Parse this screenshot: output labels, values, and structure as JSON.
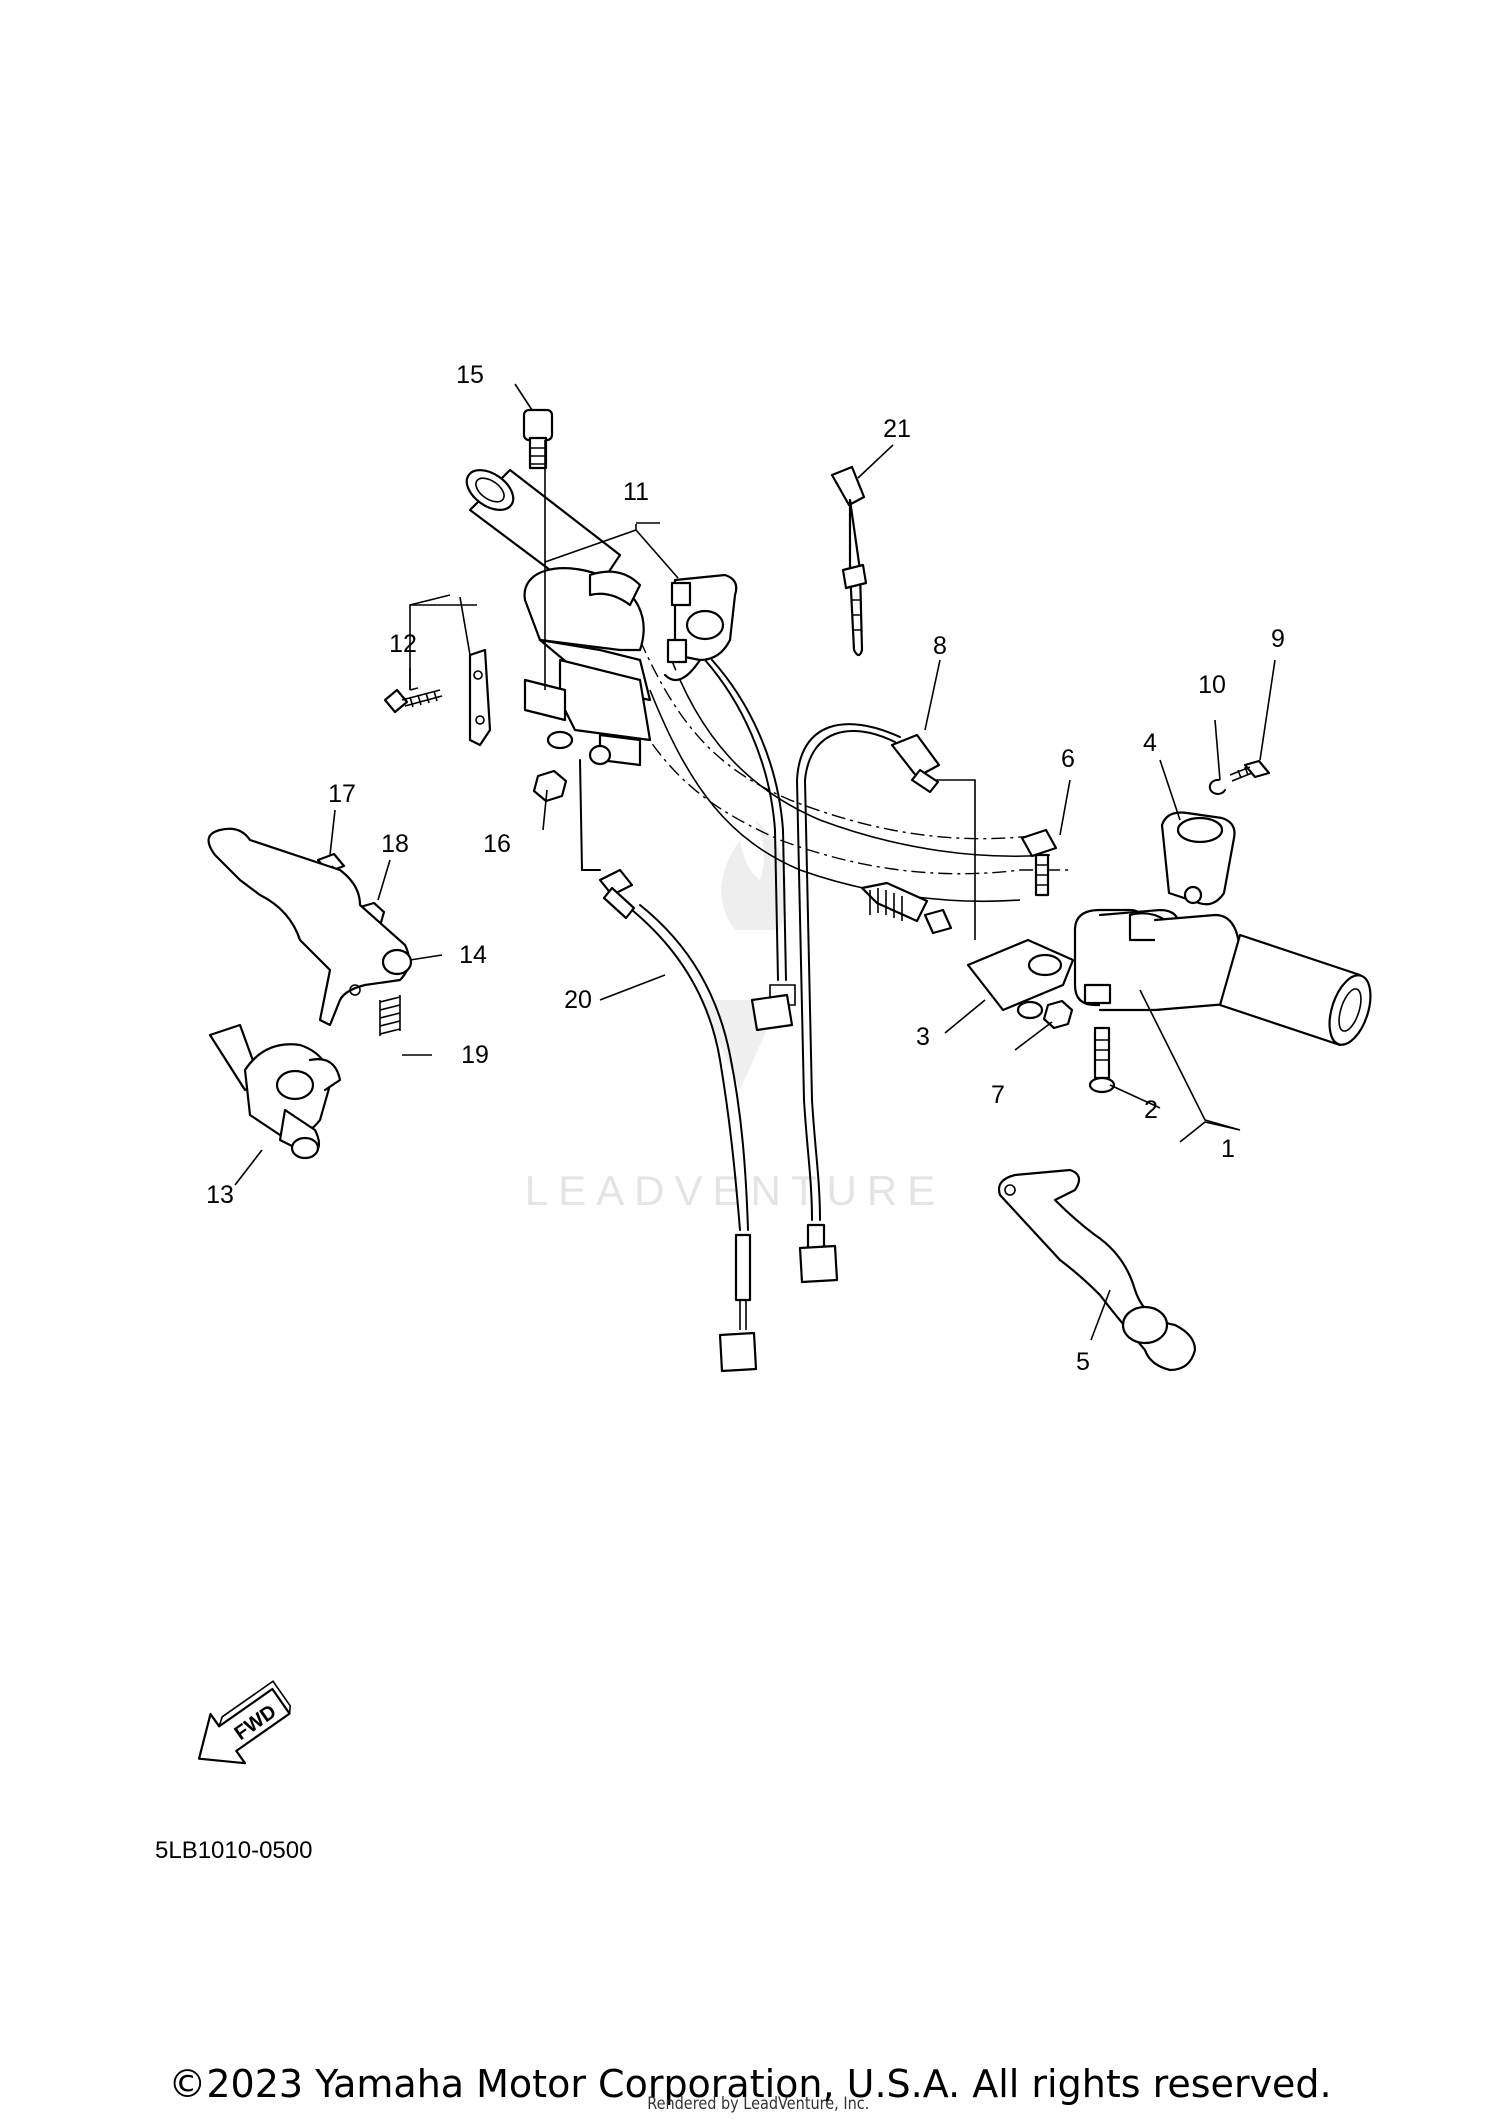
{
  "diagram": {
    "part_labels": [
      "1",
      "2",
      "3",
      "4",
      "5",
      "6",
      "7",
      "8",
      "9",
      "10",
      "11",
      "12",
      "13",
      "14",
      "15",
      "16",
      "17",
      "18",
      "19",
      "20",
      "21"
    ],
    "direction_badge": "FWD",
    "diagram_code": "5LB1010-0500",
    "watermark": "LEADVENTURE",
    "copyright": "©2023 Yamaha Motor Corporation, U.S.A. All rights reserved.",
    "rendered_by": "Rendered by LeadVenture, Inc."
  }
}
